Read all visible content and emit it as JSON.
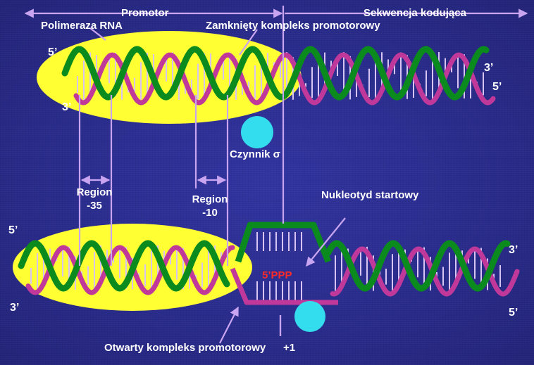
{
  "labels": {
    "promotor": "Promotor",
    "coding_sequence": "Sekwencja kodująca",
    "rna_polymerase": "Polimeraza RNA",
    "closed_complex": "Zamknięty kompleks promotorowy",
    "sigma_factor": "Czynnik σ",
    "region_35_line1": "Region",
    "region_35_line2": "-35",
    "region_10_line1": "Region",
    "region_10_line2": "-10",
    "start_nucleotide": "Nukleotyd startowy",
    "ppp": "5’PPP",
    "open_complex": "Otwarty kompleks promotorowy",
    "plus_one": "+1"
  },
  "strand_ends": {
    "top_left_5": "5’",
    "top_left_3": "3’",
    "top_right_3": "3’",
    "top_right_5": "5’",
    "bottom_left_5": "5’",
    "bottom_left_3": "3’",
    "bottom_right_3": "3’",
    "bottom_right_5": "5’"
  },
  "colors": {
    "background": "#2a2c86",
    "polymerase": "#ffff33",
    "sigma": "#33ddee",
    "strand_green": "#0b8a1e",
    "strand_magenta": "#c0399a",
    "arrow_lilac": "#c9a4f0",
    "ppp_text": "#ff2a2a"
  }
}
